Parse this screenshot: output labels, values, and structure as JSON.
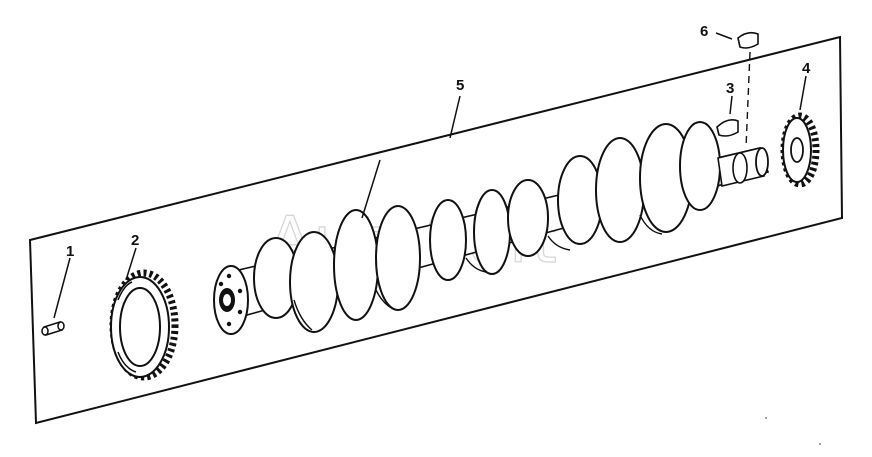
{
  "diagram": {
    "kind": "exploded-parts-view",
    "callouts": {
      "part_1": "1",
      "part_2": "2",
      "part_3": "3",
      "part_4": "4",
      "part_5": "5",
      "part_6": "6"
    },
    "watermark": "AutoSoft",
    "colors": {
      "ink": "#111111",
      "shade": "#e8e8e8",
      "background": "#ffffff",
      "watermark": "#d4d4d4"
    }
  }
}
